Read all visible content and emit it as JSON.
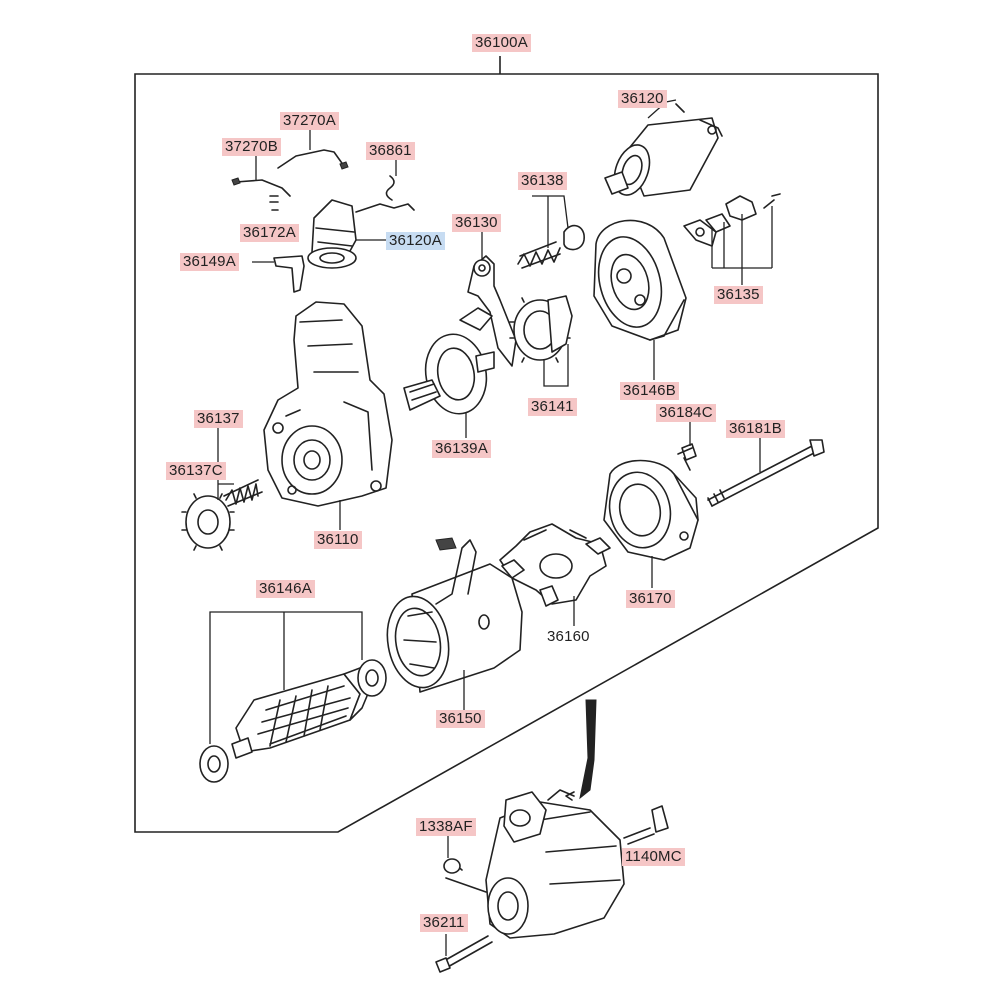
{
  "diagram": {
    "assembly_label": "36100A",
    "part_labels": {
      "p36120": "36120",
      "p37270A": "37270A",
      "p37270B": "37270B",
      "p36861": "36861",
      "p36138": "36138",
      "p36130": "36130",
      "p36172A": "36172A",
      "p36120A": "36120A",
      "p36149A": "36149A",
      "p36135": "36135",
      "p36146B": "36146B",
      "p36141": "36141",
      "p36139A": "36139A",
      "p36137": "36137",
      "p36137C": "36137C",
      "p36184C": "36184C",
      "p36181B": "36181B",
      "p36110": "36110",
      "p36170": "36170",
      "p36146A": "36146A",
      "p36160": "36160",
      "p36150": "36150",
      "p1338AF": "1338AF",
      "p1140MC": "1140MC",
      "p36211": "36211"
    }
  }
}
